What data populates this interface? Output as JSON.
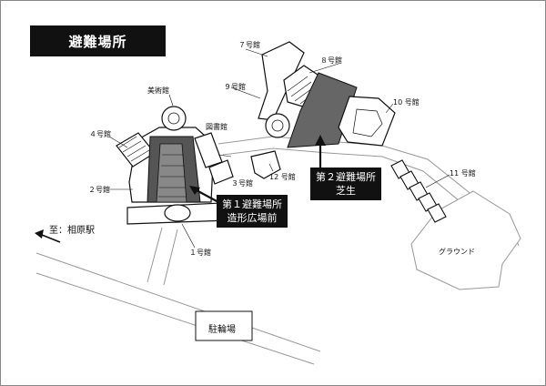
{
  "title": "避難場所",
  "shelters": [
    {
      "name": "第１避難場所",
      "place": "造形広場前"
    },
    {
      "name": "第２避難場所",
      "place": "芝生"
    }
  ],
  "buildings": {
    "b1": "１号館",
    "b2": "２号館",
    "b3": "３号館",
    "b4": "４号館",
    "b7": "７号館",
    "b8": "８号館",
    "b9": "９号館",
    "b10": "10 号館",
    "b11": "11 号館",
    "b12": "12 号館",
    "museum": "美術館",
    "library": "図書館",
    "ground": "グラウンド",
    "parking": "駐輪場"
  },
  "direction": "至：相原駅"
}
